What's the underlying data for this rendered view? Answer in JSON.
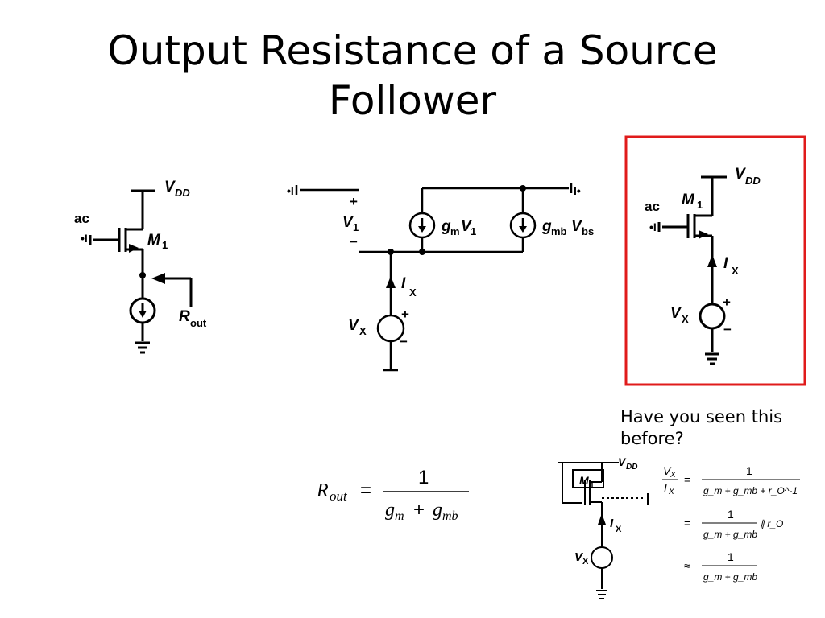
{
  "slide": {
    "title_line1": "Output Resistance of a Source",
    "title_line2": "Follower",
    "note_line1": "Have you seen this",
    "note_line2": "before?"
  },
  "left_circuit": {
    "vdd": "V",
    "vdd_sub": "DD",
    "ac": "ac",
    "m1": "M",
    "m1_sub": "1",
    "rout": "R",
    "rout_sub": "out"
  },
  "small_signal": {
    "v1": "V",
    "v1_sub": "1",
    "plus": "+",
    "minus": "−",
    "gm": "g",
    "gm_sub": "m",
    "gm_v": "V",
    "gm_v_sub": "1",
    "gmb": "g",
    "gmb_sub": "mb",
    "gmb_v": "V",
    "gmb_v_sub": "bs",
    "ix": "I",
    "ix_sub": "X",
    "vx": "V",
    "vx_sub": "X"
  },
  "boxed_circuit": {
    "vdd": "V",
    "vdd_sub": "DD",
    "ac": "ac",
    "m1": "M",
    "m1_sub": "1",
    "ix": "I",
    "ix_sub": "X",
    "vx": "V",
    "vx_sub": "X",
    "plus": "+",
    "minus": "−"
  },
  "formula": {
    "lhs": "R",
    "lhs_sub": "out",
    "eq": "=",
    "num": "1",
    "den": "g",
    "den_m": "m",
    "plus": "+",
    "den_mb": "mb"
  },
  "small_circuit": {
    "vdd": "V",
    "vdd_sub": "DD",
    "m1": "M",
    "m1_sub": "1",
    "ix": "I",
    "ix_sub": "X",
    "vx": "V",
    "vx_sub": "X"
  },
  "derivation": {
    "lhs_num": "V",
    "lhs_num_sub": "X",
    "lhs_den": "I",
    "lhs_den_sub": "X",
    "eq": "=",
    "approx": "≈",
    "one": "1",
    "line1_den": "g_m + g_mb + r_O^-1",
    "line2_den": "g_m + g_mb",
    "line2_tail": "∥ r_O",
    "line3_den": "g_m + g_mb"
  },
  "colors": {
    "highlight_box": "#e01b1b"
  }
}
